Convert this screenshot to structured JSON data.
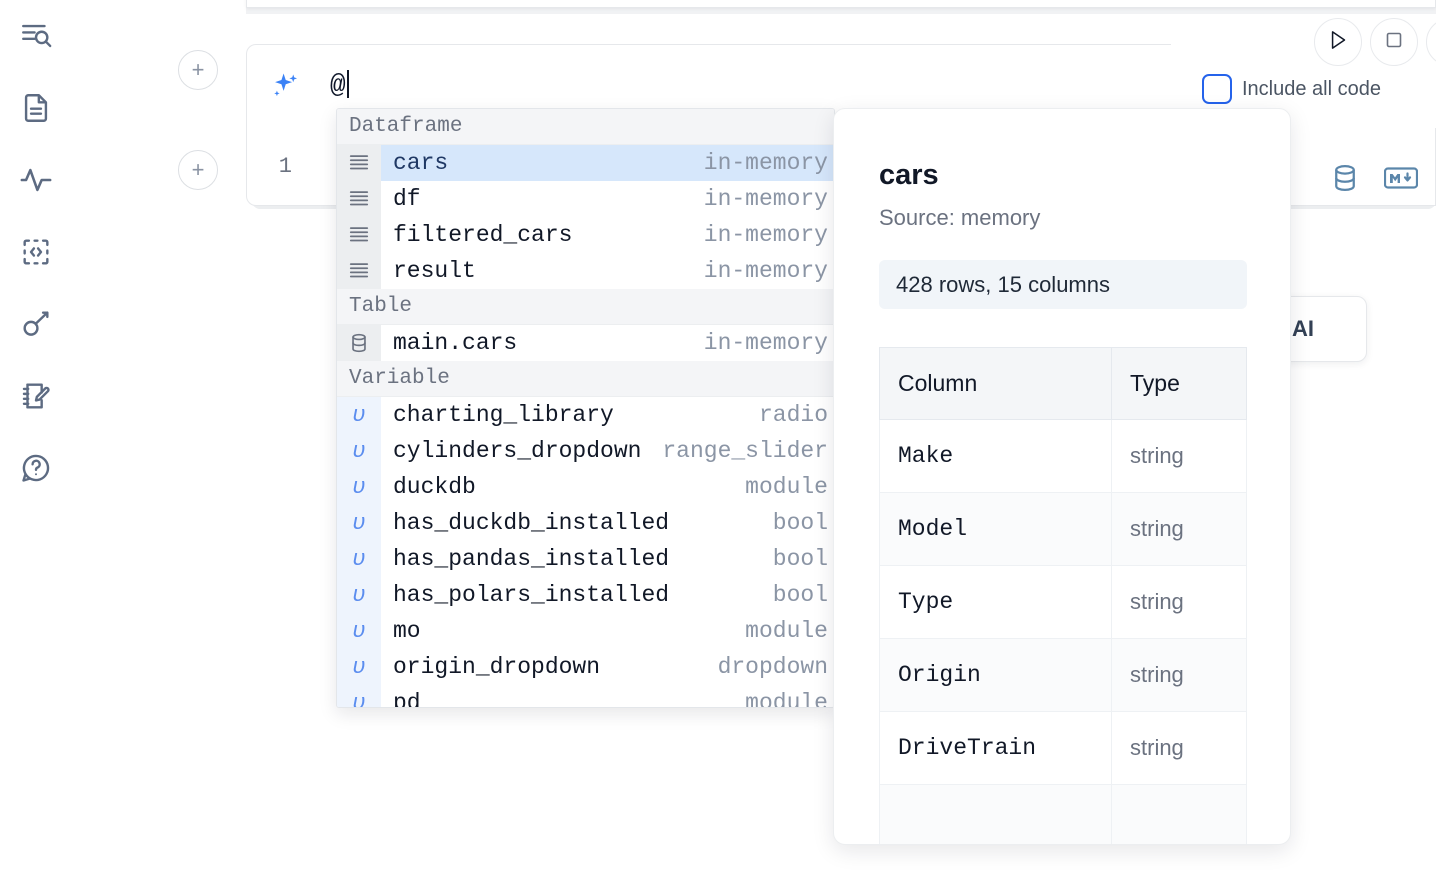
{
  "sidebar": {
    "items": [
      {
        "name": "explore-search-icon",
        "label": "Explore"
      },
      {
        "name": "file-document-icon",
        "label": "Files"
      },
      {
        "name": "activity-pulse-icon",
        "label": "Activity"
      },
      {
        "name": "code-brackets-icon",
        "label": "Snippets"
      },
      {
        "name": "key-icon",
        "label": "Secrets"
      },
      {
        "name": "notebook-edit-icon",
        "label": "Scratchpad"
      },
      {
        "name": "help-question-icon",
        "label": "Help"
      }
    ]
  },
  "toolbar": {
    "add_button_label": "+",
    "run_button_label": "Run",
    "stop_button_label": "Stop",
    "include_all_code_label": "Include all code",
    "include_all_code_checked": false,
    "database_icon_label": "Connect database",
    "markdown_icon_label": "Markdown"
  },
  "ai_prompt": {
    "icon": "sparkle-icon",
    "value": "@",
    "placeholder": ""
  },
  "editor": {
    "line_number": "1"
  },
  "background_card": {
    "label": "h AI"
  },
  "autocomplete": {
    "sections": [
      {
        "title": "Dataframe",
        "icon": "dataframe-rows-icon",
        "gutter_class": "df",
        "rows": [
          {
            "name": "cars",
            "kind": "in-memory",
            "selected": true
          },
          {
            "name": "df",
            "kind": "in-memory",
            "selected": false
          },
          {
            "name": "filtered_cars",
            "kind": "in-memory",
            "selected": false
          },
          {
            "name": "result",
            "kind": "in-memory",
            "selected": false
          }
        ]
      },
      {
        "title": "Table",
        "icon": "database-icon",
        "gutter_class": "tbl",
        "rows": [
          {
            "name": "main.cars",
            "kind": "in-memory",
            "selected": false
          }
        ]
      },
      {
        "title": "Variable",
        "icon": "variable-icon",
        "gutter_class": "var",
        "rows": [
          {
            "name": "charting_library",
            "kind": "radio",
            "selected": false
          },
          {
            "name": "cylinders_dropdown",
            "kind": "range_slider",
            "selected": false
          },
          {
            "name": "duckdb",
            "kind": "module",
            "selected": false
          },
          {
            "name": "has_duckdb_installed",
            "kind": "bool",
            "selected": false
          },
          {
            "name": "has_pandas_installed",
            "kind": "bool",
            "selected": false
          },
          {
            "name": "has_polars_installed",
            "kind": "bool",
            "selected": false
          },
          {
            "name": "mo",
            "kind": "module",
            "selected": false
          },
          {
            "name": "origin_dropdown",
            "kind": "dropdown",
            "selected": false
          },
          {
            "name": "pd",
            "kind": "module",
            "selected": false
          }
        ]
      }
    ]
  },
  "documentation": {
    "title": "cars",
    "source": "Source: memory",
    "shape": "428 rows, 15 columns",
    "table": {
      "headers": [
        "Column",
        "Type"
      ],
      "rows": [
        [
          "Make",
          "string"
        ],
        [
          "Model",
          "string"
        ],
        [
          "Type",
          "string"
        ],
        [
          "Origin",
          "string"
        ],
        [
          "DriveTrain",
          "string"
        ],
        [
          "",
          ""
        ]
      ]
    }
  },
  "colors": {
    "accent_blue": "#2563eb",
    "selection_blue": "#d6e7fb",
    "variable_blue": "#5b8def",
    "icon_slate": "#5d6b82",
    "cell_icon_blue": "#5b86aa"
  }
}
